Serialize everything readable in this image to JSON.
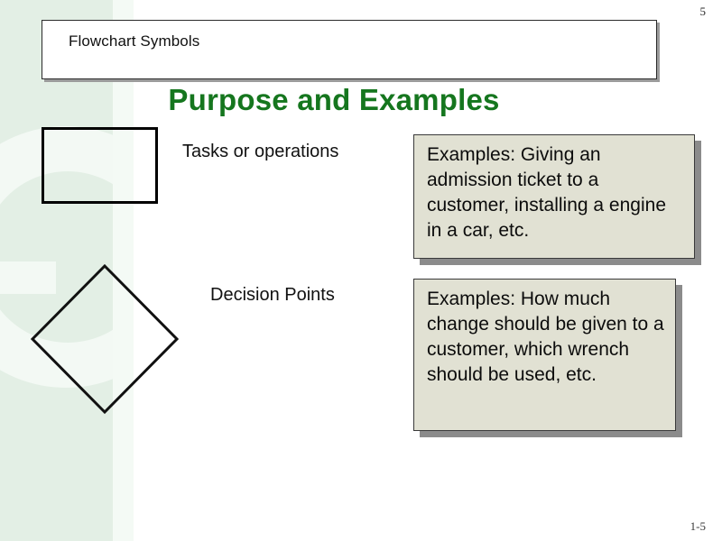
{
  "slide": {
    "number_top": "5",
    "number_bottom": "1-5",
    "title": "Flowchart Symbols",
    "heading": "Purpose and Examples",
    "colors": {
      "heading_green": "#15761e",
      "band_green": "#e3efe5",
      "band_light_green": "#f4faf5",
      "callout_fill": "#e1e1d3",
      "callout_shadow": "#8b8b8b",
      "symbol_stroke": "#000000"
    }
  },
  "rows": [
    {
      "symbol": "rectangle",
      "symbol_name": "process-rectangle-symbol",
      "label": "Tasks or operations",
      "example": "Examples: Giving an admission ticket to a customer, installing a engine in a car, etc."
    },
    {
      "symbol": "diamond",
      "symbol_name": "decision-diamond-symbol",
      "label": "Decision Points",
      "example": "Examples: How much change should be given to a customer, which wrench should be used, etc."
    }
  ]
}
